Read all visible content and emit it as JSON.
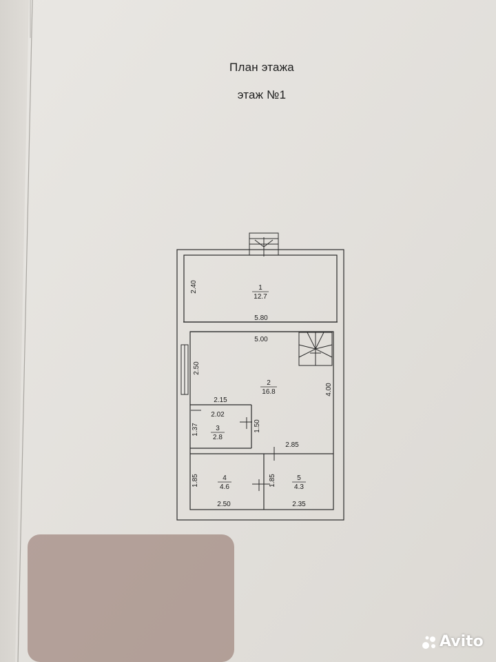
{
  "document": {
    "title": "План этажа",
    "subtitle": "этаж №1"
  },
  "plan": {
    "rooms": [
      {
        "number": "1",
        "area": "12.7"
      },
      {
        "number": "2",
        "area": "16.8"
      },
      {
        "number": "3",
        "area": "2.8"
      },
      {
        "number": "4",
        "area": "4.6"
      },
      {
        "number": "5",
        "area": "4.3"
      }
    ],
    "dimensions": {
      "outer_width": "5.80",
      "inner_width": "5.00",
      "room1_height": "2.40",
      "room2_left_height": "2.50",
      "room2_right_height": "4.00",
      "room3_top_width": "2.15",
      "room3_inner_width": "2.02",
      "room3_height": "1.37",
      "partition_height": "1.50",
      "room5_top_width": "2.85",
      "room4_height": "1.85",
      "room5_height": "1.85",
      "room4_width": "2.50",
      "room5_width": "2.35"
    }
  },
  "watermark": {
    "text": "Avito"
  }
}
